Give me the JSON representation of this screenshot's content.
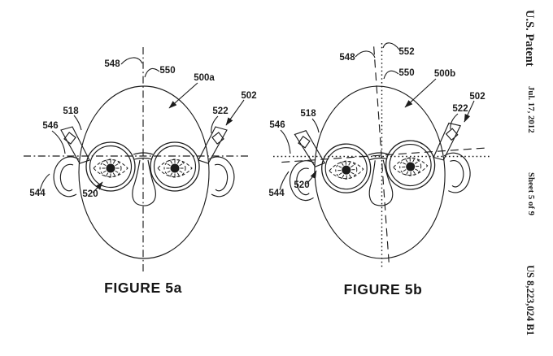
{
  "page": {
    "background": "#ffffff",
    "ink": "#1c1c1c"
  },
  "header": {
    "publication": "U.S. Patent",
    "date": "Jul. 17, 2012",
    "sheet": "Sheet 5 of 9",
    "patent_number": "US 8,223,024 B1"
  },
  "figure_a": {
    "caption": "FIGURE 5a",
    "refs": {
      "r548": "548",
      "r550": "550",
      "r500": "500a",
      "r502": "502",
      "r522": "522",
      "r518": "518",
      "r546": "546",
      "r544": "544",
      "r520": "520"
    }
  },
  "figure_b": {
    "caption": "FIGURE 5b",
    "refs": {
      "r548": "548",
      "r552": "552",
      "r550": "550",
      "r500": "500b",
      "r502": "502",
      "r522": "522",
      "r518": "518",
      "r546": "546",
      "r544": "544",
      "r520": "520"
    }
  }
}
